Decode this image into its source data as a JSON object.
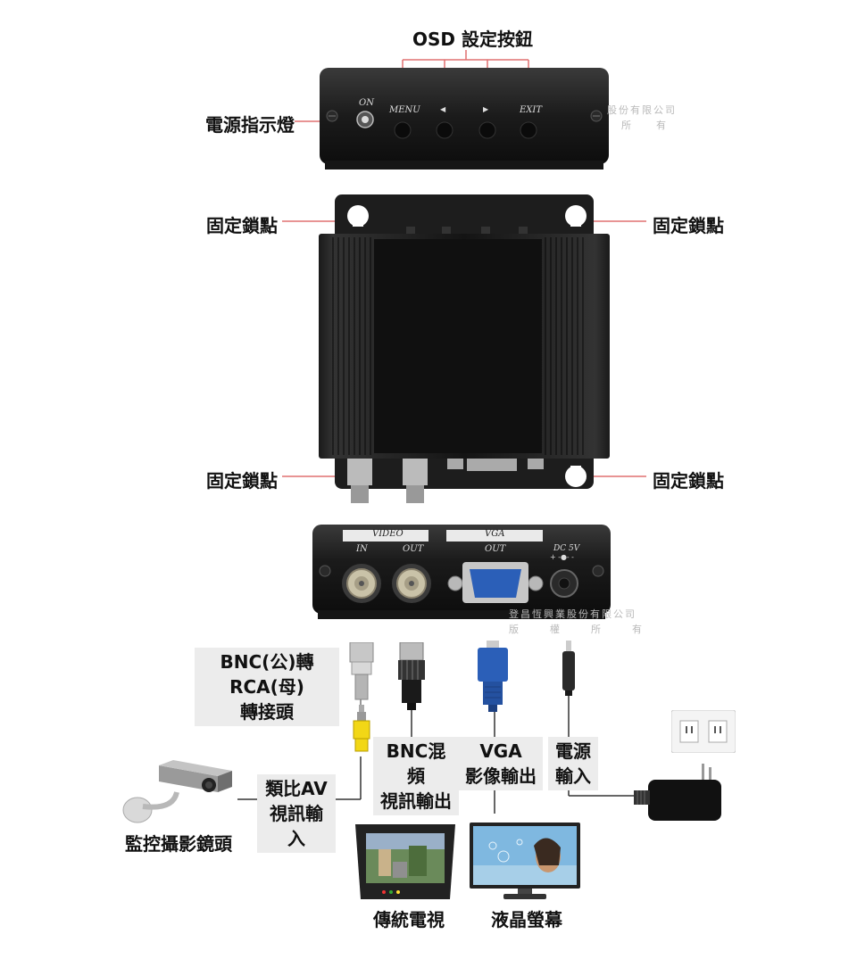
{
  "labels": {
    "osd_buttons": "OSD 設定按鈕",
    "power_indicator": "電源指示燈",
    "mount_point": "固定鎖點",
    "bnc_adapter_line1": "BNC(公)轉RCA(母)",
    "bnc_adapter_line2": "轉接頭",
    "bnc_output_line1": "BNC混頻",
    "bnc_output_line2": "視訊輸出",
    "vga_output_line1": "VGA",
    "vga_output_line2": "影像輸出",
    "power_input_line1": "電源",
    "power_input_line2": "輸入",
    "av_input_line1": "類比AV",
    "av_input_line2": "視訊輸入",
    "camera": "監控攝影鏡頭",
    "tv": "傳統電視",
    "lcd": "液晶螢幕"
  },
  "front_panel": {
    "on": "ON",
    "menu": "MENU",
    "left": "◀",
    "right": "▶",
    "exit": "EXIT"
  },
  "rear_panel": {
    "video": "VIDEO",
    "vga": "VGA",
    "in": "IN",
    "out": "OUT",
    "vga_out": "OUT",
    "dc": "DC 5V",
    "polarity": "+ -●- -"
  },
  "watermark": {
    "line1_partial": "股份有限公司",
    "line2_partial": "所　　有",
    "line1": "登昌恆興業股份有限公司",
    "line2": "版　權　所　有"
  },
  "colors": {
    "leader_line": "#e07070",
    "device_body": "#1a1a1a",
    "vga_port": "#2b5fb8",
    "label_bg": "#ececec"
  }
}
